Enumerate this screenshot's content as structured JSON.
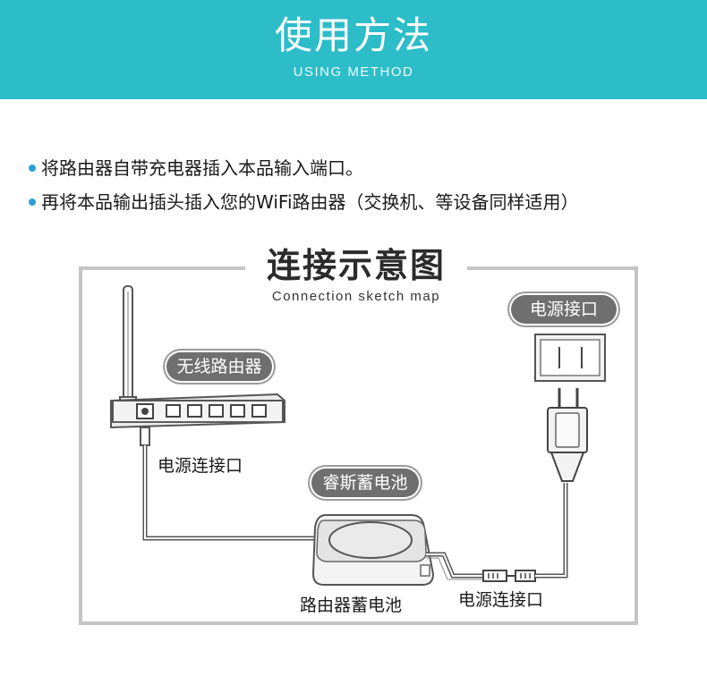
{
  "banner": {
    "title": "使用方法",
    "subtitle": "USING METHOD"
  },
  "steps": [
    "将路由器自带充电器插入本品输入端口。",
    "再将本品输出插头插入您的WiFi路由器（交换机、等设备同样适用）"
  ],
  "diagram": {
    "title": "连接示意图",
    "subtitle": "Connection sketch map",
    "router_tag": "无线路由器",
    "router_port_label": "电源连接口",
    "power_source_tag": "电源接口",
    "battery_tag": "睿斯蓄电池",
    "battery_label": "路由器蓄电池",
    "power_port_label": "电源连接口"
  },
  "colors": {
    "banner": "#2dbdc9",
    "bullet": "#2d9fd6",
    "tag": "#6f6f6f",
    "frame": "#c4c4c4",
    "line": "#555555"
  }
}
